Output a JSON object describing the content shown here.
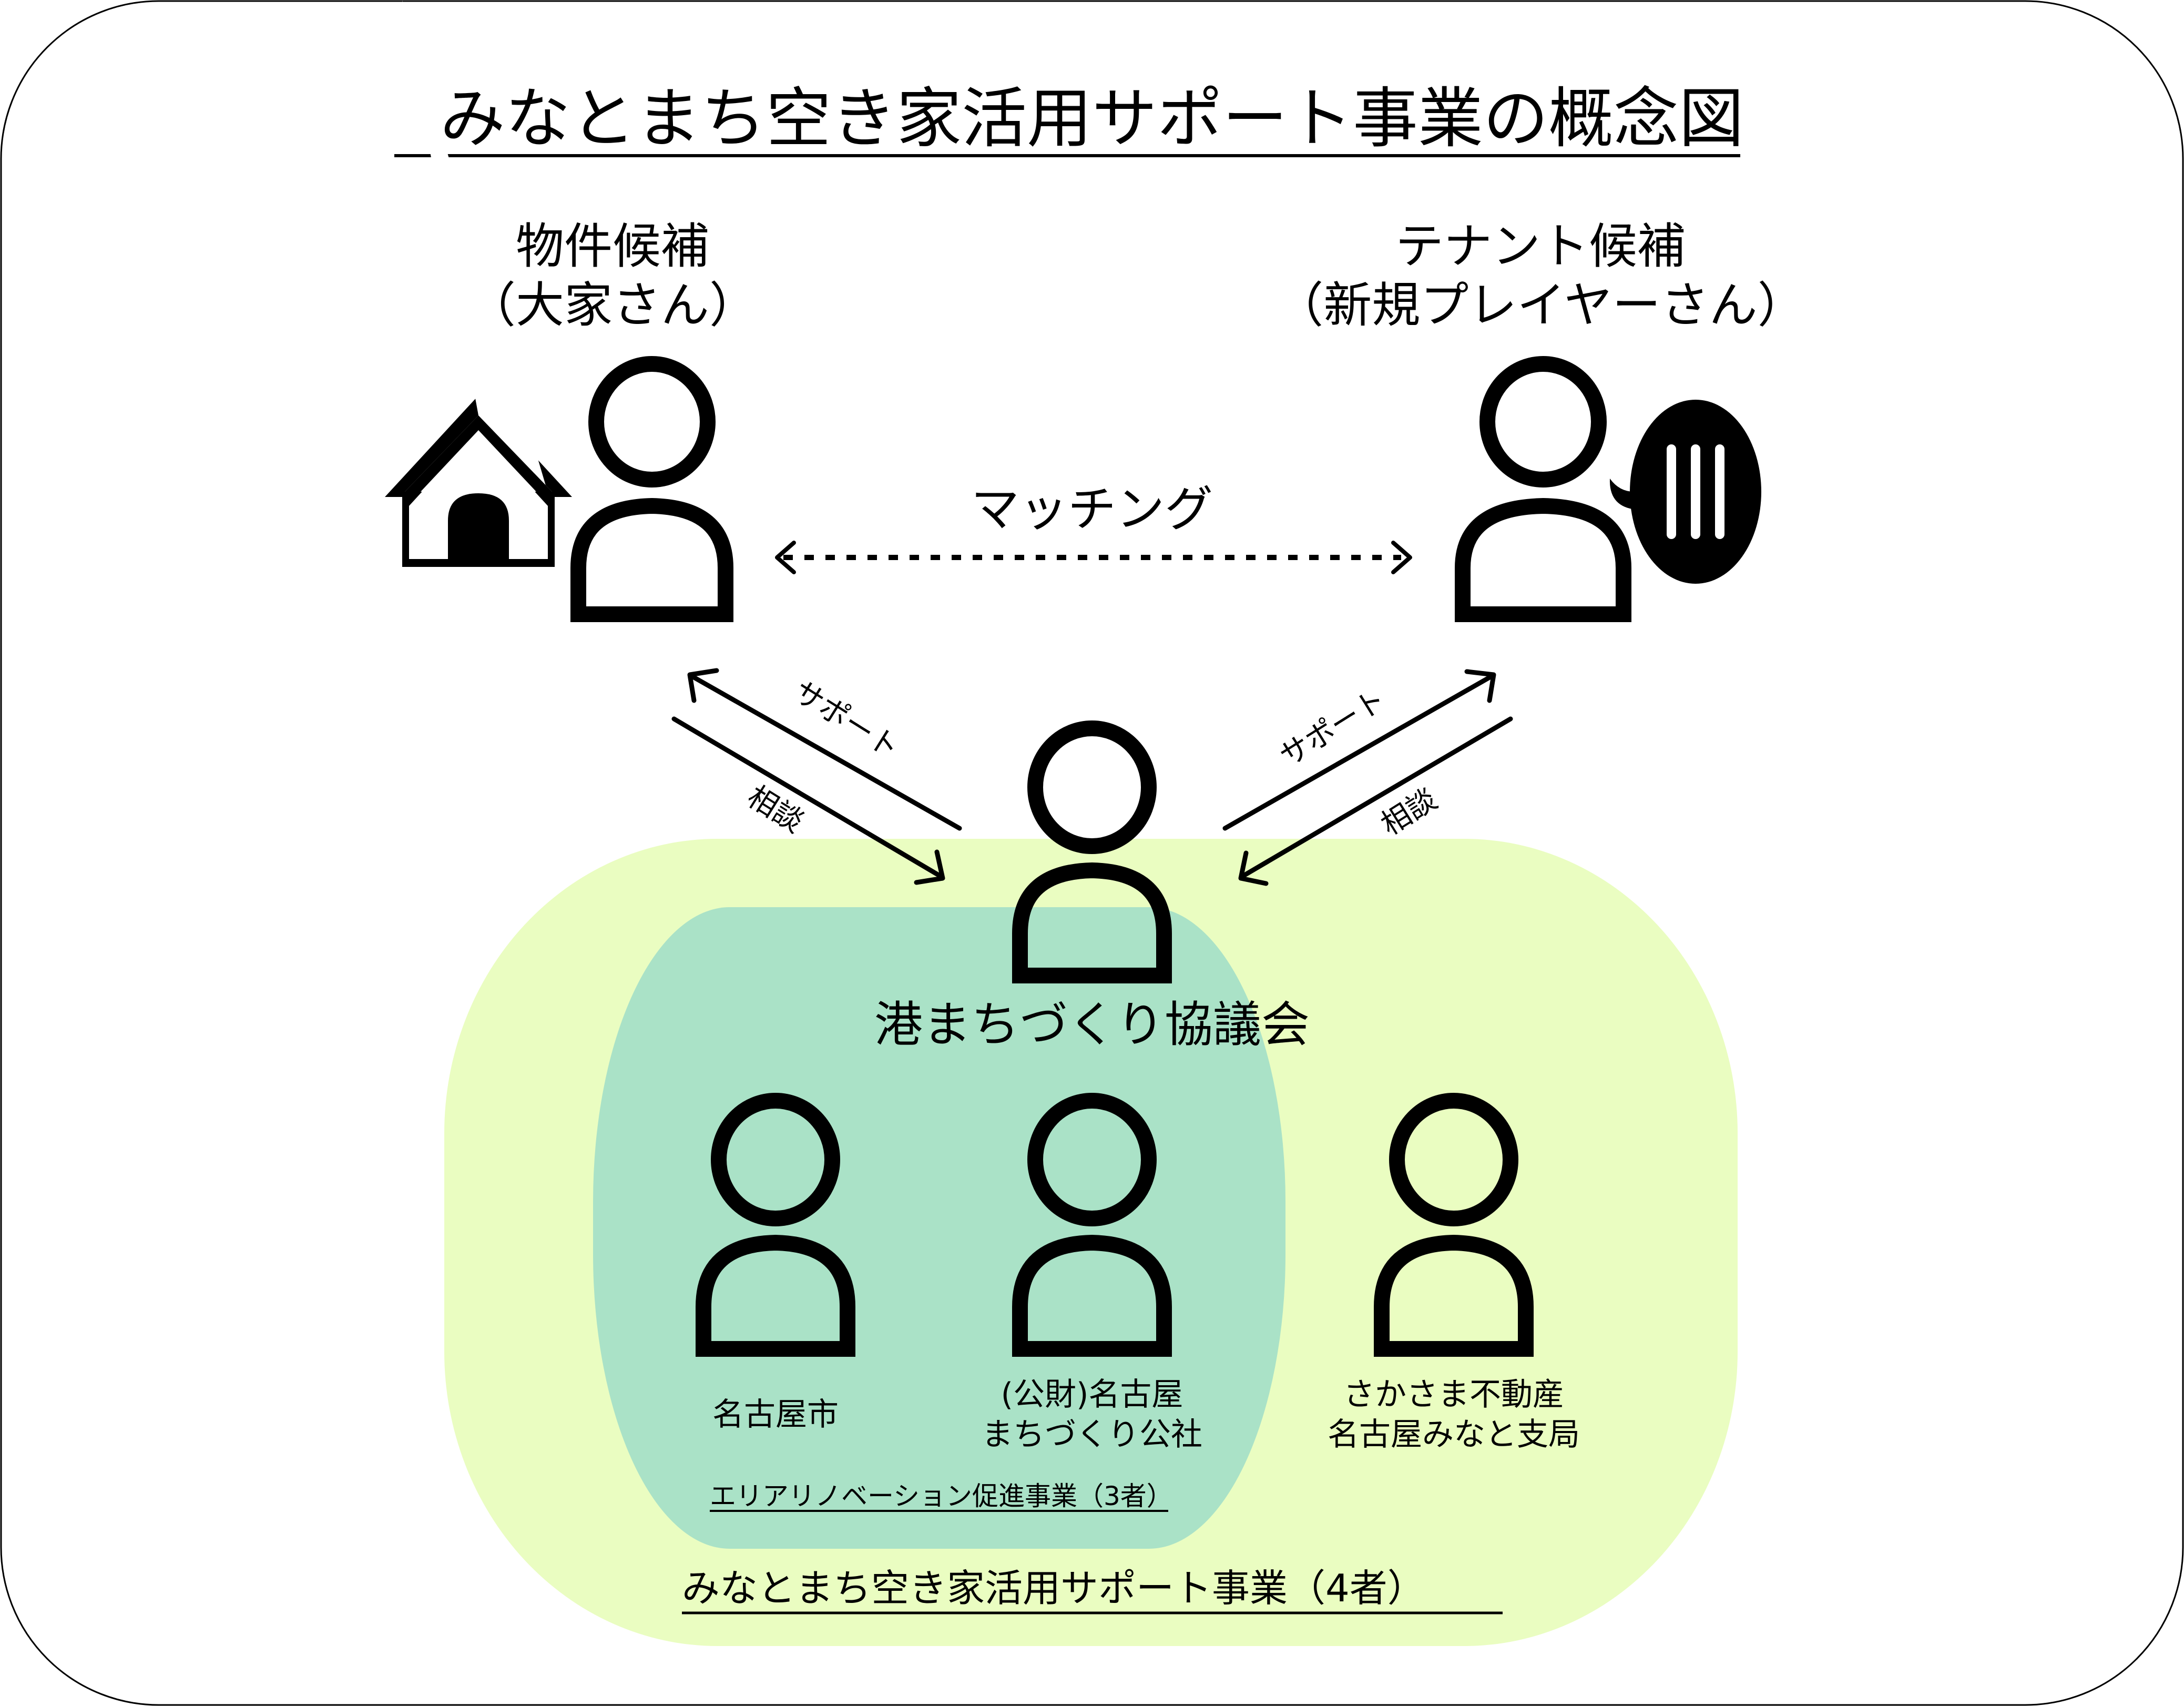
{
  "title": "みなとまち空き家活用サポート事業の概念図",
  "property_candidate": {
    "line1": "物件候補",
    "line2": "（大家さん）",
    "icon": "house-icon"
  },
  "tenant_candidate": {
    "line1": "テナント候補",
    "line2": "（新規プレイヤーさん）",
    "icon": "speech-bubble-icon"
  },
  "matching_label": "マッチング",
  "left_arrows": {
    "support_label": "サポート",
    "consult_label": "相談"
  },
  "right_arrows": {
    "support_label": "サポート",
    "consult_label": "相談"
  },
  "council_label": "港まちづくり協議会",
  "members": [
    {
      "line1": "名古屋市",
      "line2": ""
    },
    {
      "line1": "(公財)名古屋",
      "line2": "まちづくり公社"
    },
    {
      "line1": "さかさま不動産",
      "line2": "名古屋みなと支局"
    }
  ],
  "inner_group_label": "エリアリノベーション促進事業（3者）",
  "outer_group_label": "みなとまち空き家活用サポート事業（4者）",
  "colors": {
    "outer_group_fill": "#EAFDC1",
    "inner_group_fill": "#AAE2C7",
    "stroke": "#000000",
    "background": "#FFFFFF"
  }
}
